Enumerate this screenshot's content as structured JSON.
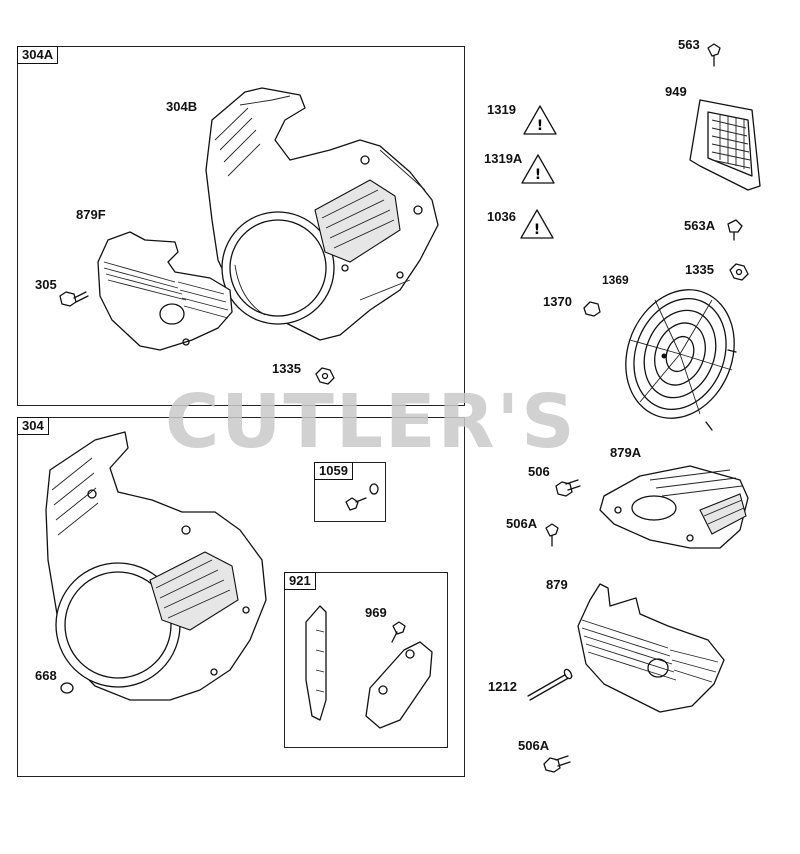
{
  "watermark": "CUTLER'S",
  "boxes": {
    "box_304A": "304A",
    "box_304": "304",
    "box_1059": "1059",
    "box_921": "921"
  },
  "labels": {
    "l_304B": "304B",
    "l_879F": "879F",
    "l_305": "305",
    "l_1335a": "1335",
    "l_563": "563",
    "l_949": "949",
    "l_1319": "1319",
    "l_1319A": "1319A",
    "l_1036": "1036",
    "l_563A": "563A",
    "l_1335b": "1335",
    "l_1369": "1369",
    "l_1370": "1370",
    "l_506": "506",
    "l_879A": "879A",
    "l_506Aa": "506A",
    "l_879": "879",
    "l_1212": "1212",
    "l_506Ab": "506A",
    "l_969": "969",
    "l_668": "668"
  },
  "icons": {
    "warning": "warning-triangle-icon"
  }
}
